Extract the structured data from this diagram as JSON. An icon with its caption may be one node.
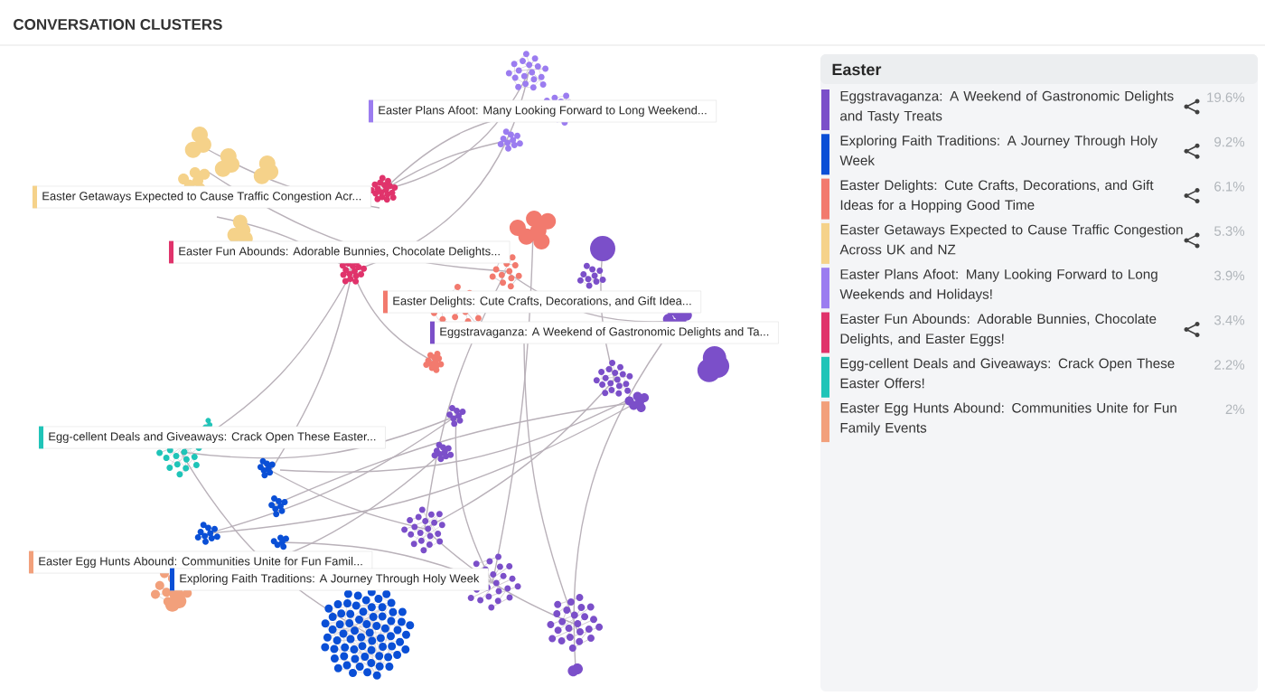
{
  "diagram": {
    "title": "CONVERSATION CLUSTERS",
    "nodes": [
      {
        "text": [
          "Easter Plans Afoot: Many Looking Forward to Long Weekend..."
        ]
      },
      {
        "text": [
          "Easter Getaways Expected to Cause Traffic Congestion Acr..."
        ]
      },
      {
        "text": [
          "Easter Fun Abounds: Adorable Bunnies, Chocolate Delights..."
        ]
      },
      {
        "text": [
          "Easter Delights: Cute Crafts, Decorations, and Gift Idea..."
        ]
      },
      {
        "text": [
          "Eggstravaganza: A Weekend of Gastronomic Delights and Ta..."
        ]
      },
      {
        "text": [
          "Egg-cellent Deals and Giveaways: Crack Open These Easter..."
        ]
      },
      {
        "text": [
          "Easter Egg Hunts Abound: Communities Unite for Fun Famil..."
        ]
      },
      {
        "text": [
          "Exploring Faith Traditions: A Journey Through Holy Week"
        ]
      }
    ],
    "labels": [
      "Easter",
      "19.6%",
      "9.2%",
      "6.1%",
      "5.3%",
      "3.9%",
      "3.4%",
      "2.2%",
      "2%"
    ],
    "legend": [
      {
        "text": "Eggstravaganza: A Weekend of Gastronomic Delights and Tasty Treats",
        "color": "#7b4fc9"
      },
      {
        "text": "Exploring Faith Traditions: A Journey Through Holy Week",
        "color": "#0a4fd6"
      },
      {
        "text": "Easter Delights: Cute Crafts, Decorations, and Gift Ideas for a Hopping Good Time",
        "color": "#f27a6e"
      },
      {
        "text": "Easter Getaways Expected to Cause Traffic Congestion Across UK and NZ",
        "color": "#f5d28a"
      },
      {
        "text": "Easter Plans Afoot: Many Looking Forward to Long Weekends and Holidays!",
        "color": "#9b7cf0"
      },
      {
        "text": "Easter Fun Abounds: Adorable Bunnies, Chocolate Delights, and Easter Eggs!",
        "color": "#e0336b"
      },
      {
        "text": "Egg-cellent Deals and Giveaways: Crack Open These Easter Offers!",
        "color": "#1fc4b8"
      },
      {
        "text": "Easter Egg Hunts Abound: Communities Unite for Fun Family Events",
        "color": "#f2a07b"
      }
    ]
  }
}
